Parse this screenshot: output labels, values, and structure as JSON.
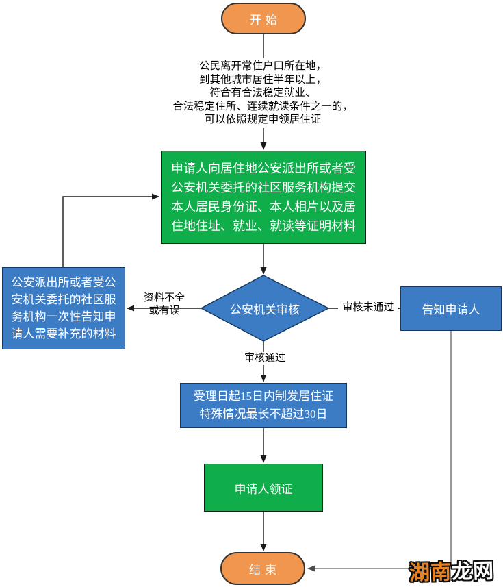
{
  "colors": {
    "terminator_fill": "#F0964F",
    "process_green": "#0FAE4B",
    "process_blue": "#3B7CC4",
    "blue_border": "#17375E",
    "connector_black": "#1a1a1a",
    "connector_gray": "#7f7f7f",
    "watermark_orange": "#E8821E"
  },
  "flowchart": {
    "start_label": "开始",
    "intro_lines": [
      "公民离开常住户口所在地，",
      "到其他城市居住半年以上，",
      "符合有合法稳定就业、",
      "合法稳定住所、连续就读条件之一的，",
      "可以依照规定申领居住证"
    ],
    "submit_lines": [
      "申请人向居住地公安派出所或者受",
      "公安机关委托的社区服务机构提交",
      "本人居民身份证、本人相片以及居",
      "住地住址、就业、就读等证明材料"
    ],
    "review_label": "公安机关审核",
    "incomplete_label_lines": [
      "资料不全",
      "或有误"
    ],
    "supplement_lines": [
      "公安派出所或者受公",
      "安机关委托的社区服",
      "务机构一次性告知申",
      "请人需要补充的材料"
    ],
    "fail_label": "审核未通过",
    "notify_label": "告知申请人",
    "pass_label": "审核通过",
    "issue_lines": [
      "受理日起15日内制发居住证",
      "特殊情况最长不超过30日"
    ],
    "receive_label": "申请人领证",
    "end_label": "结束"
  },
  "watermark": {
    "part_orange": "湖南",
    "part_white": "龙网"
  }
}
